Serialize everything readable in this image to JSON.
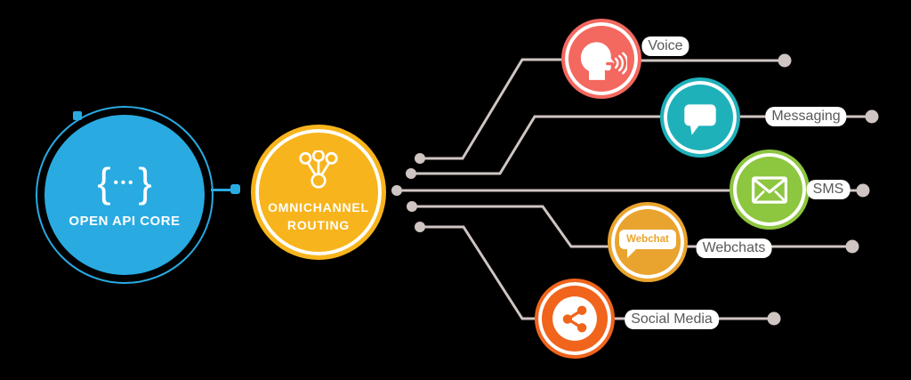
{
  "background_color": "#000000",
  "connector_color": "#CFC5C2",
  "label_text_color": "#58595B",
  "core": {
    "label": "OPEN API CORE",
    "color": "#29ABE2",
    "icon": "code-braces-icon",
    "brace_left": "{",
    "brace_dots": "•••",
    "brace_right": "}"
  },
  "routing": {
    "label_line1": "OMNICHANNEL",
    "label_line2": "ROUTING",
    "color": "#F7B41C",
    "icon": "branch-routing-icon"
  },
  "channels": [
    {
      "id": "voice",
      "label": "Voice",
      "color": "#F3685F",
      "icon": "speaking-head-icon"
    },
    {
      "id": "messaging",
      "label": "Messaging",
      "color": "#1FB1BA",
      "icon": "chat-bubble-icon"
    },
    {
      "id": "sms",
      "label": "SMS",
      "color": "#8DC63F",
      "icon": "envelope-icon"
    },
    {
      "id": "webchats",
      "label": "Webchats",
      "color": "#E9A42F",
      "icon": "webchat-bubble-icon",
      "bubble_text": "Webchat"
    },
    {
      "id": "social_media",
      "label": "Social Media",
      "color": "#F0641C",
      "icon": "share-icon"
    }
  ]
}
